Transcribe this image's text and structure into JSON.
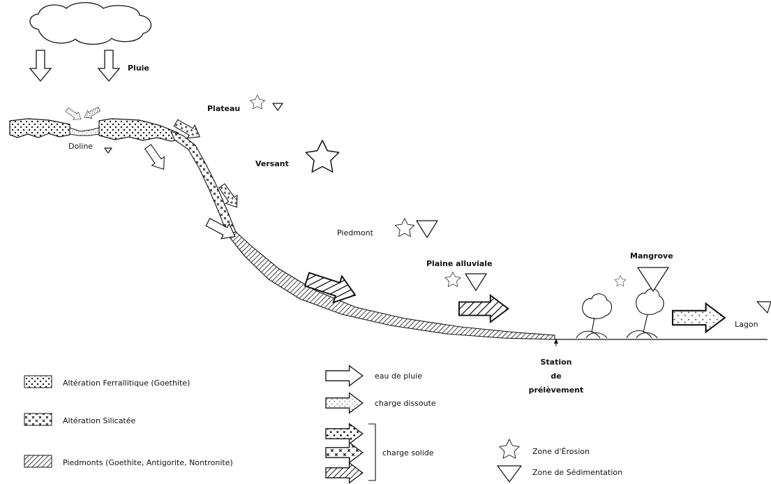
{
  "labels": {
    "pluie": "Pluie",
    "plateau": "Plateau",
    "doline": "Doline",
    "versant": "Versant",
    "piedmont": "Piedmont",
    "plaine": "Plaine alluviale",
    "mangrove": "Mangrove",
    "lagon": "Lagon",
    "station": [
      "Station",
      "de",
      "prélèvement"
    ]
  },
  "legend": {
    "materials": [
      "Altération Ferrallitique (Goethite)",
      "Altération Silicatée",
      "Piedmonts  (Goethite, Antigorite, Nontronite)"
    ],
    "arrows": {
      "eau": "eau de pluie",
      "dissoute": "charge dissoute",
      "solide": "charge solide"
    },
    "zones": {
      "erosion": "Zone d'Érosion",
      "sedimentation": "Zone de Sédimentation"
    }
  }
}
